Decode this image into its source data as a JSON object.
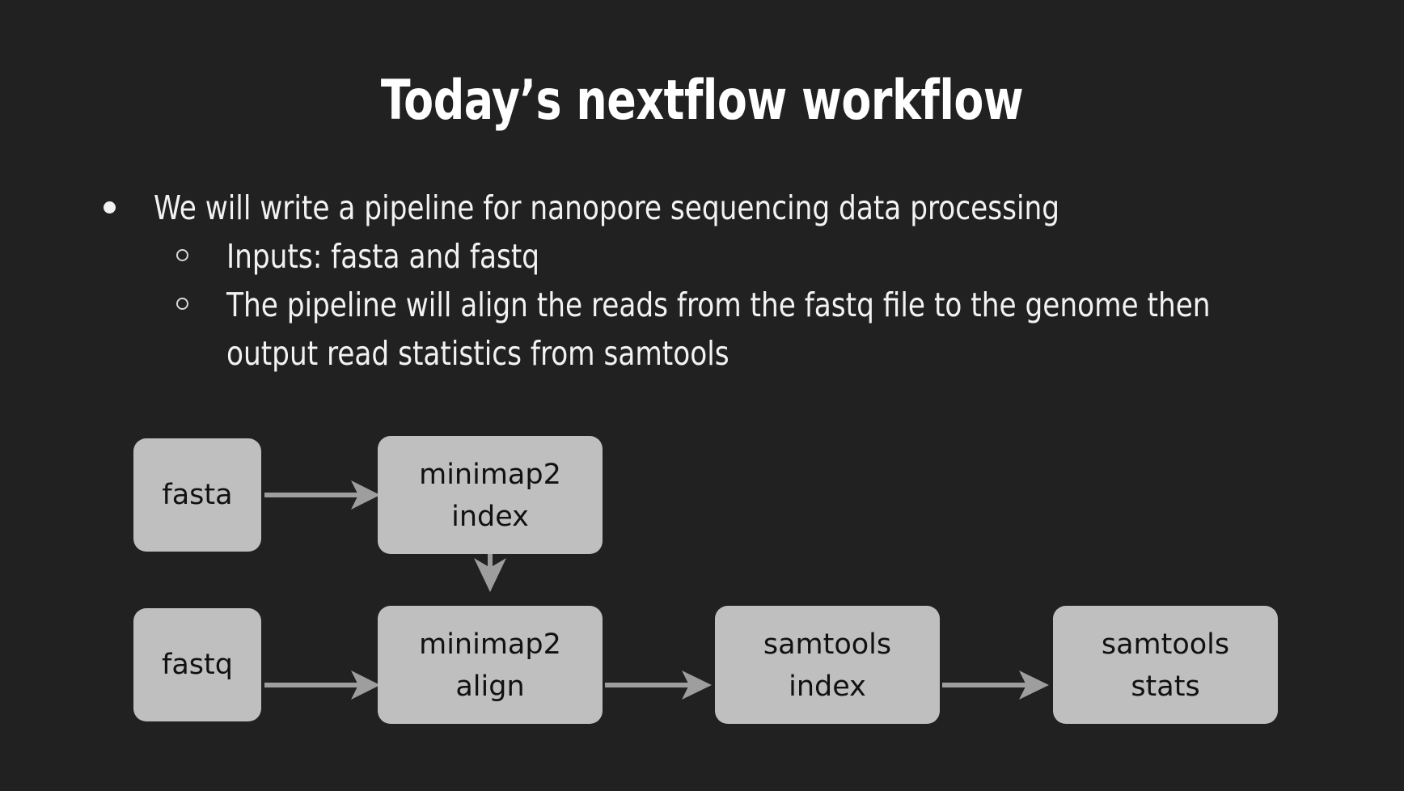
{
  "slide": {
    "background_color": "#212121",
    "title": "Today’s nextflow workflow"
  },
  "bullets": [
    {
      "level": 1,
      "marker": "filled-disc",
      "text": "We will write a pipeline for nanopore sequencing data processing"
    },
    {
      "level": 2,
      "marker": "hollow-circle",
      "text": "Inputs: fasta and fastq"
    },
    {
      "level": 2,
      "marker": "hollow-circle",
      "text": "The pipeline will align the reads from the fastq file to the genome then output read statistics from samtools"
    }
  ],
  "diagram": {
    "type": "flowchart",
    "node_fill": "#bfbfbf",
    "node_text_color": "#111111",
    "edge_color": "#9e9e9e",
    "nodes": [
      {
        "id": "fasta",
        "label": "fasta",
        "line1": "fasta",
        "line2": ""
      },
      {
        "id": "minimap2-index",
        "label": "minimap2 index",
        "line1": "minimap2",
        "line2": "index"
      },
      {
        "id": "fastq",
        "label": "fastq",
        "line1": "fastq",
        "line2": ""
      },
      {
        "id": "minimap2-align",
        "label": "minimap2 align",
        "line1": "minimap2",
        "line2": "align"
      },
      {
        "id": "samtools-index",
        "label": "samtools index",
        "line1": "samtools",
        "line2": "index"
      },
      {
        "id": "samtools-stats",
        "label": "samtools stats",
        "line1": "samtools",
        "line2": "stats"
      }
    ],
    "edges": [
      {
        "from": "fasta",
        "to": "minimap2-index",
        "direction": "right"
      },
      {
        "from": "minimap2-index",
        "to": "minimap2-align",
        "direction": "down"
      },
      {
        "from": "fastq",
        "to": "minimap2-align",
        "direction": "right"
      },
      {
        "from": "minimap2-align",
        "to": "samtools-index",
        "direction": "right"
      },
      {
        "from": "samtools-index",
        "to": "samtools-stats",
        "direction": "right"
      }
    ]
  }
}
